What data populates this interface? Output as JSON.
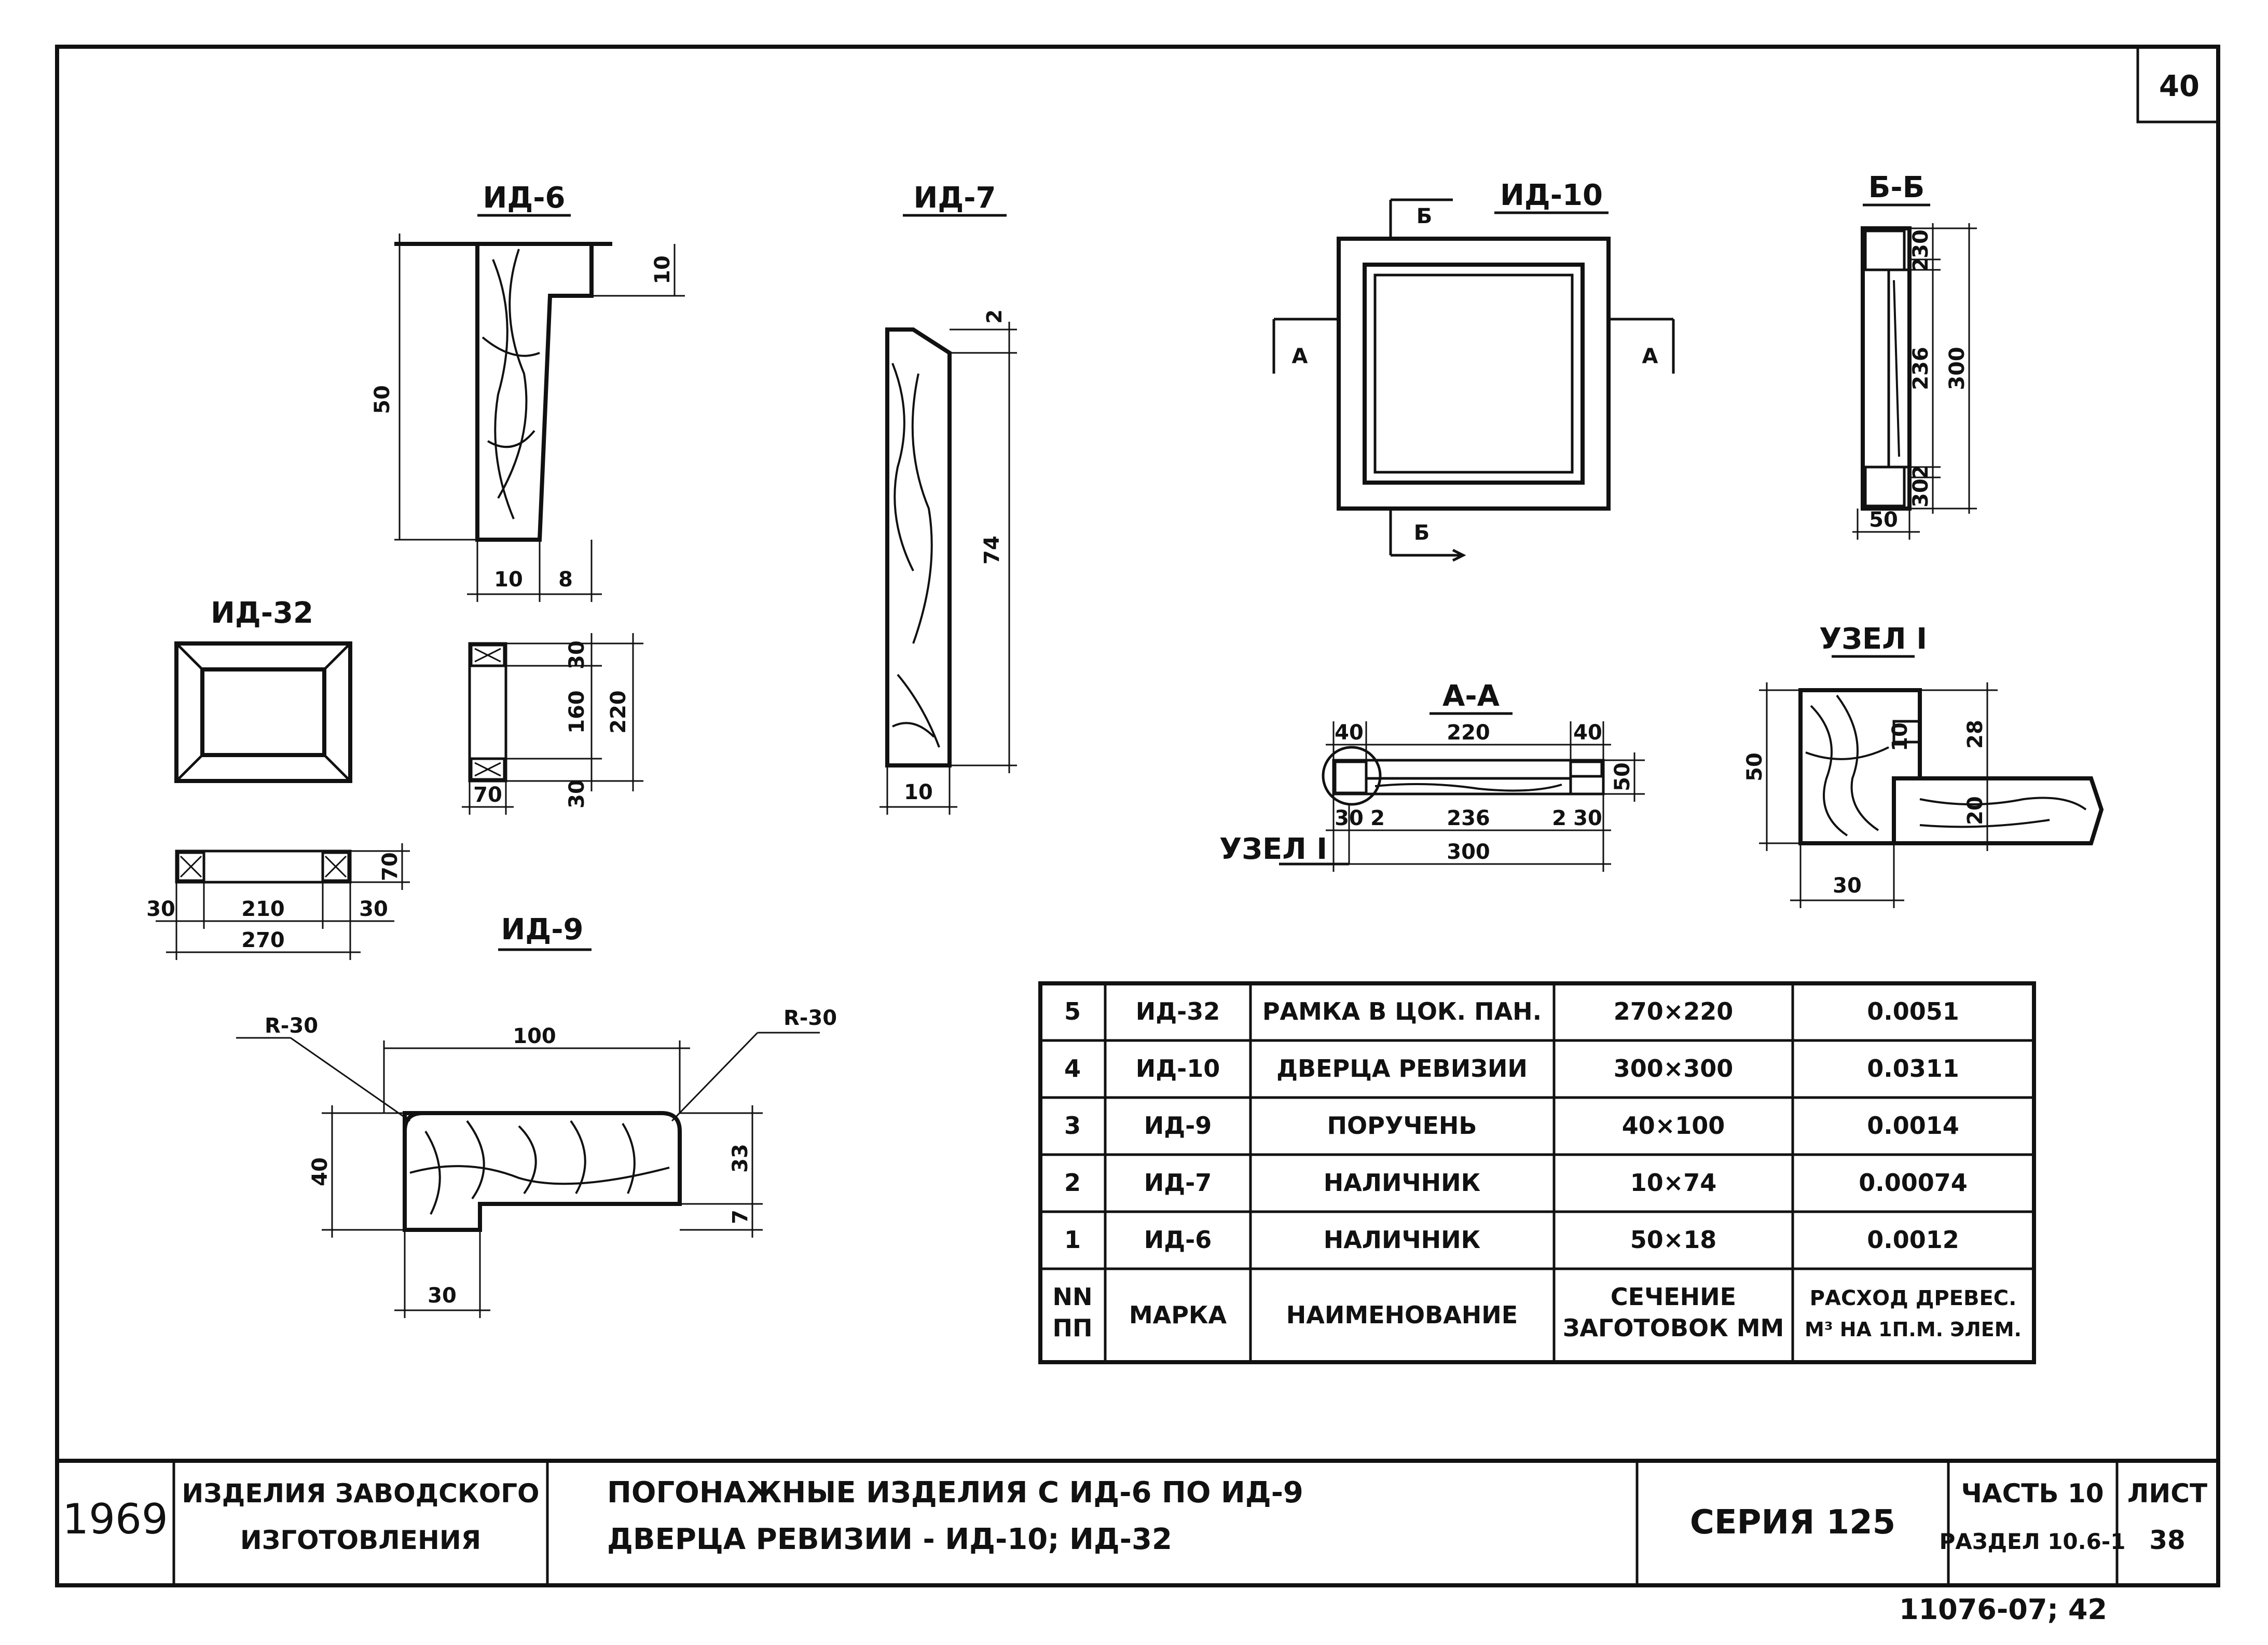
{
  "sheet": {
    "corner_number": "40"
  },
  "views": {
    "id6": {
      "title": "ИД-6",
      "dims": [
        "10",
        "50",
        "10",
        "8"
      ]
    },
    "id7": {
      "title": "ИД-7",
      "dims": [
        "2",
        "74",
        "10"
      ]
    },
    "id10": {
      "title": "ИД-10",
      "cut_b": "Б",
      "cut_a": "А"
    },
    "bb": {
      "title": "Б-Б",
      "dims": [
        "30",
        "2",
        "236",
        "300",
        "2",
        "30",
        "50"
      ]
    },
    "id32": {
      "title": "ИД-32",
      "dims": [
        "30",
        "160",
        "220",
        "30",
        "70",
        "70",
        "30",
        "210",
        "30",
        "270"
      ]
    },
    "aa": {
      "title": "А-А",
      "dims": [
        "40",
        "220",
        "40",
        "50",
        "30",
        "2",
        "236",
        "2",
        "30",
        "300"
      ],
      "node_label": "УЗЕЛ I"
    },
    "node1": {
      "title": "УЗЕЛ I",
      "dims": [
        "50",
        "10",
        "28",
        "20",
        "30"
      ]
    },
    "id9": {
      "title": "ИД-9",
      "dims": [
        "R-30",
        "100",
        "R-30",
        "40",
        "33",
        "7",
        "30"
      ]
    }
  },
  "table": {
    "rows": [
      {
        "n": "5",
        "mark": "ИД-32",
        "name": "РАМКА В ЦОК. ПАН.",
        "section": "270×220",
        "volume": "0.0051"
      },
      {
        "n": "4",
        "mark": "ИД-10",
        "name": "ДВЕРЦА РЕВИЗИИ",
        "section": "300×300",
        "volume": "0.0311"
      },
      {
        "n": "3",
        "mark": "ИД-9",
        "name": "ПОРУЧЕНЬ",
        "section": "40×100",
        "volume": "0.0014"
      },
      {
        "n": "2",
        "mark": "ИД-7",
        "name": "НАЛИЧНИК",
        "section": "10×74",
        "volume": "0.00074"
      },
      {
        "n": "1",
        "mark": "ИД-6",
        "name": "НАЛИЧНИК",
        "section": "50×18",
        "volume": "0.0012"
      }
    ],
    "header": {
      "n1": "NN",
      "n2": "ПП",
      "mark": "МАРКА",
      "name": "НАИМЕНОВАНИЕ",
      "section1": "СЕЧЕНИЕ",
      "section2": "ЗАГОТОВОК ММ",
      "volume1": "РАСХОД ДРЕВЕС.",
      "volume2": "М³ НА 1П.М. ЭЛЕМ."
    }
  },
  "title_block": {
    "year": "1969",
    "group1": "ИЗДЕЛИЯ ЗАВОДСКОГО",
    "group2": "ИЗГОТОВЛЕНИЯ",
    "title1": "ПОГОНАЖНЫЕ ИЗДЕЛИЯ С ИД-6 ПО ИД-9",
    "title2": "ДВЕРЦА РЕВИЗИИ - ИД-10; ИД-32",
    "series": "СЕРИЯ 125",
    "part": "ЧАСТЬ 10",
    "section": "РАЗДЕЛ 10.6-1",
    "sheet_label": "ЛИСТ",
    "sheet_no": "38"
  },
  "footer": {
    "code": "11076-07; 42"
  }
}
